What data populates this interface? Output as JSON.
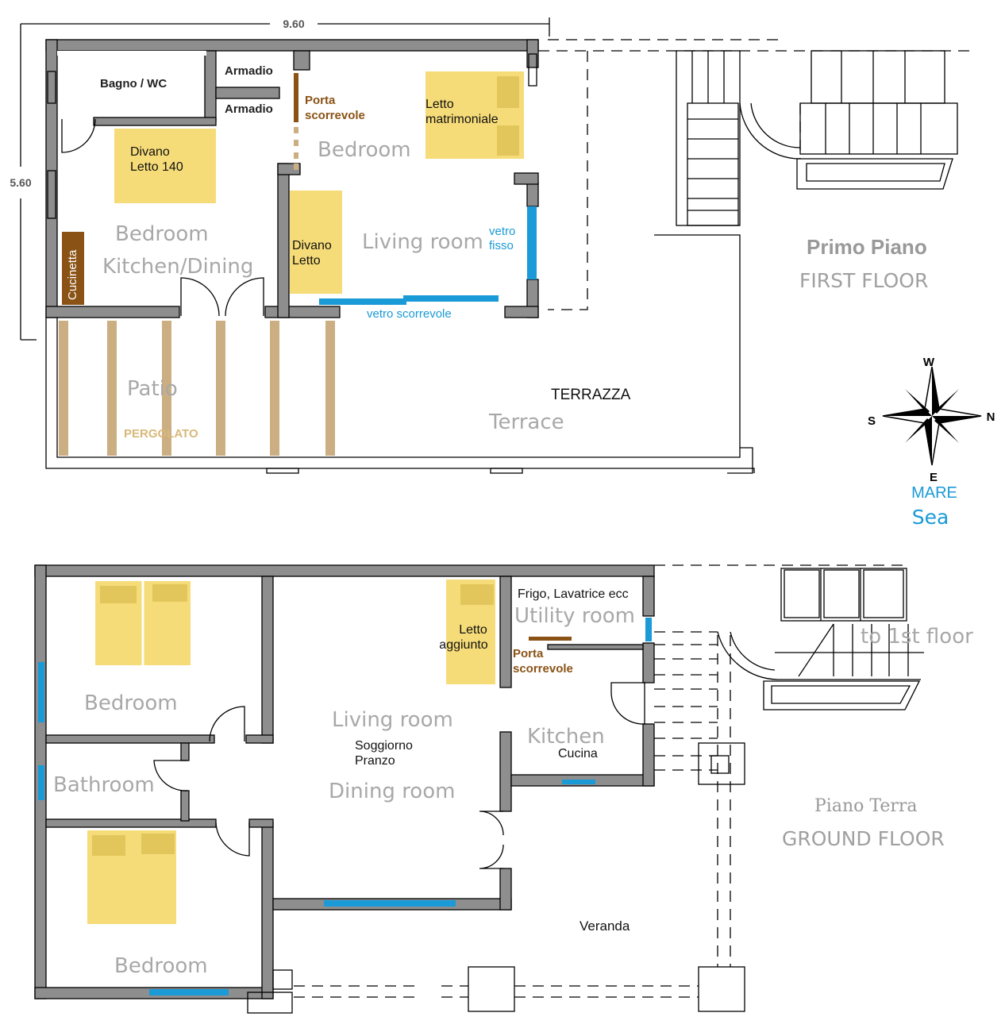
{
  "first_floor": {
    "dim_width": "9.60",
    "dim_height": "5.60",
    "bagno_wc": "Bagno / WC",
    "armadio_1": "Armadio",
    "armadio_2": "Armadio",
    "porta_scorrevole": [
      "Porta",
      "scorrevole"
    ],
    "letto_matrimoniale": [
      "Letto",
      "matrimoniale"
    ],
    "bedroom_right": "Bedroom",
    "divano_letto_140": [
      "Divano",
      "Letto 140"
    ],
    "bedroom_left": "Bedroom",
    "kitchen_dining": "Kitchen/Dining",
    "cucinetta": "Cucinetta",
    "divano_letto": [
      "Divano",
      "Letto"
    ],
    "living_room": "Living room",
    "vetro_fisso": [
      "vetro",
      "fisso"
    ],
    "vetro_scorrevole": "vetro scorrevole",
    "patio": "Patio",
    "pergolato": "PERGOLATO",
    "terrazza": "TERRAZZA",
    "terrace": "Terrace",
    "title_it": "Primo Piano",
    "title_en": "FIRST FLOOR"
  },
  "compass": {
    "w": "W",
    "s": "S",
    "n": "N",
    "e": "E",
    "mare": "MARE",
    "sea": "Sea"
  },
  "ground_floor": {
    "bedroom_top": "Bedroom",
    "bathroom": "Bathroom",
    "bedroom_bottom": "Bedroom",
    "letto_aggiunto": [
      "Letto",
      "aggiunto"
    ],
    "living_room": "Living room",
    "soggiorno_pranzo": [
      "Soggiorno",
      "Pranzo"
    ],
    "dining_room": "Dining room",
    "frigo": "Frigo, Lavatrice ecc",
    "utility_room": "Utility room",
    "porta_scorrevole": [
      "Porta",
      "scorrevole"
    ],
    "kitchen": "Kitchen",
    "cucina": "Cucina",
    "to_first_floor": "to 1st floor",
    "veranda": "Veranda",
    "title_it": "Piano  Terra",
    "title_en": "GROUND FLOOR"
  },
  "colors": {
    "wall": "#8e8e8e",
    "bed": "#f6dc78",
    "glass": "#1a9ad6",
    "wood": "#8a5215",
    "label_gray": "#a8a8a8"
  }
}
